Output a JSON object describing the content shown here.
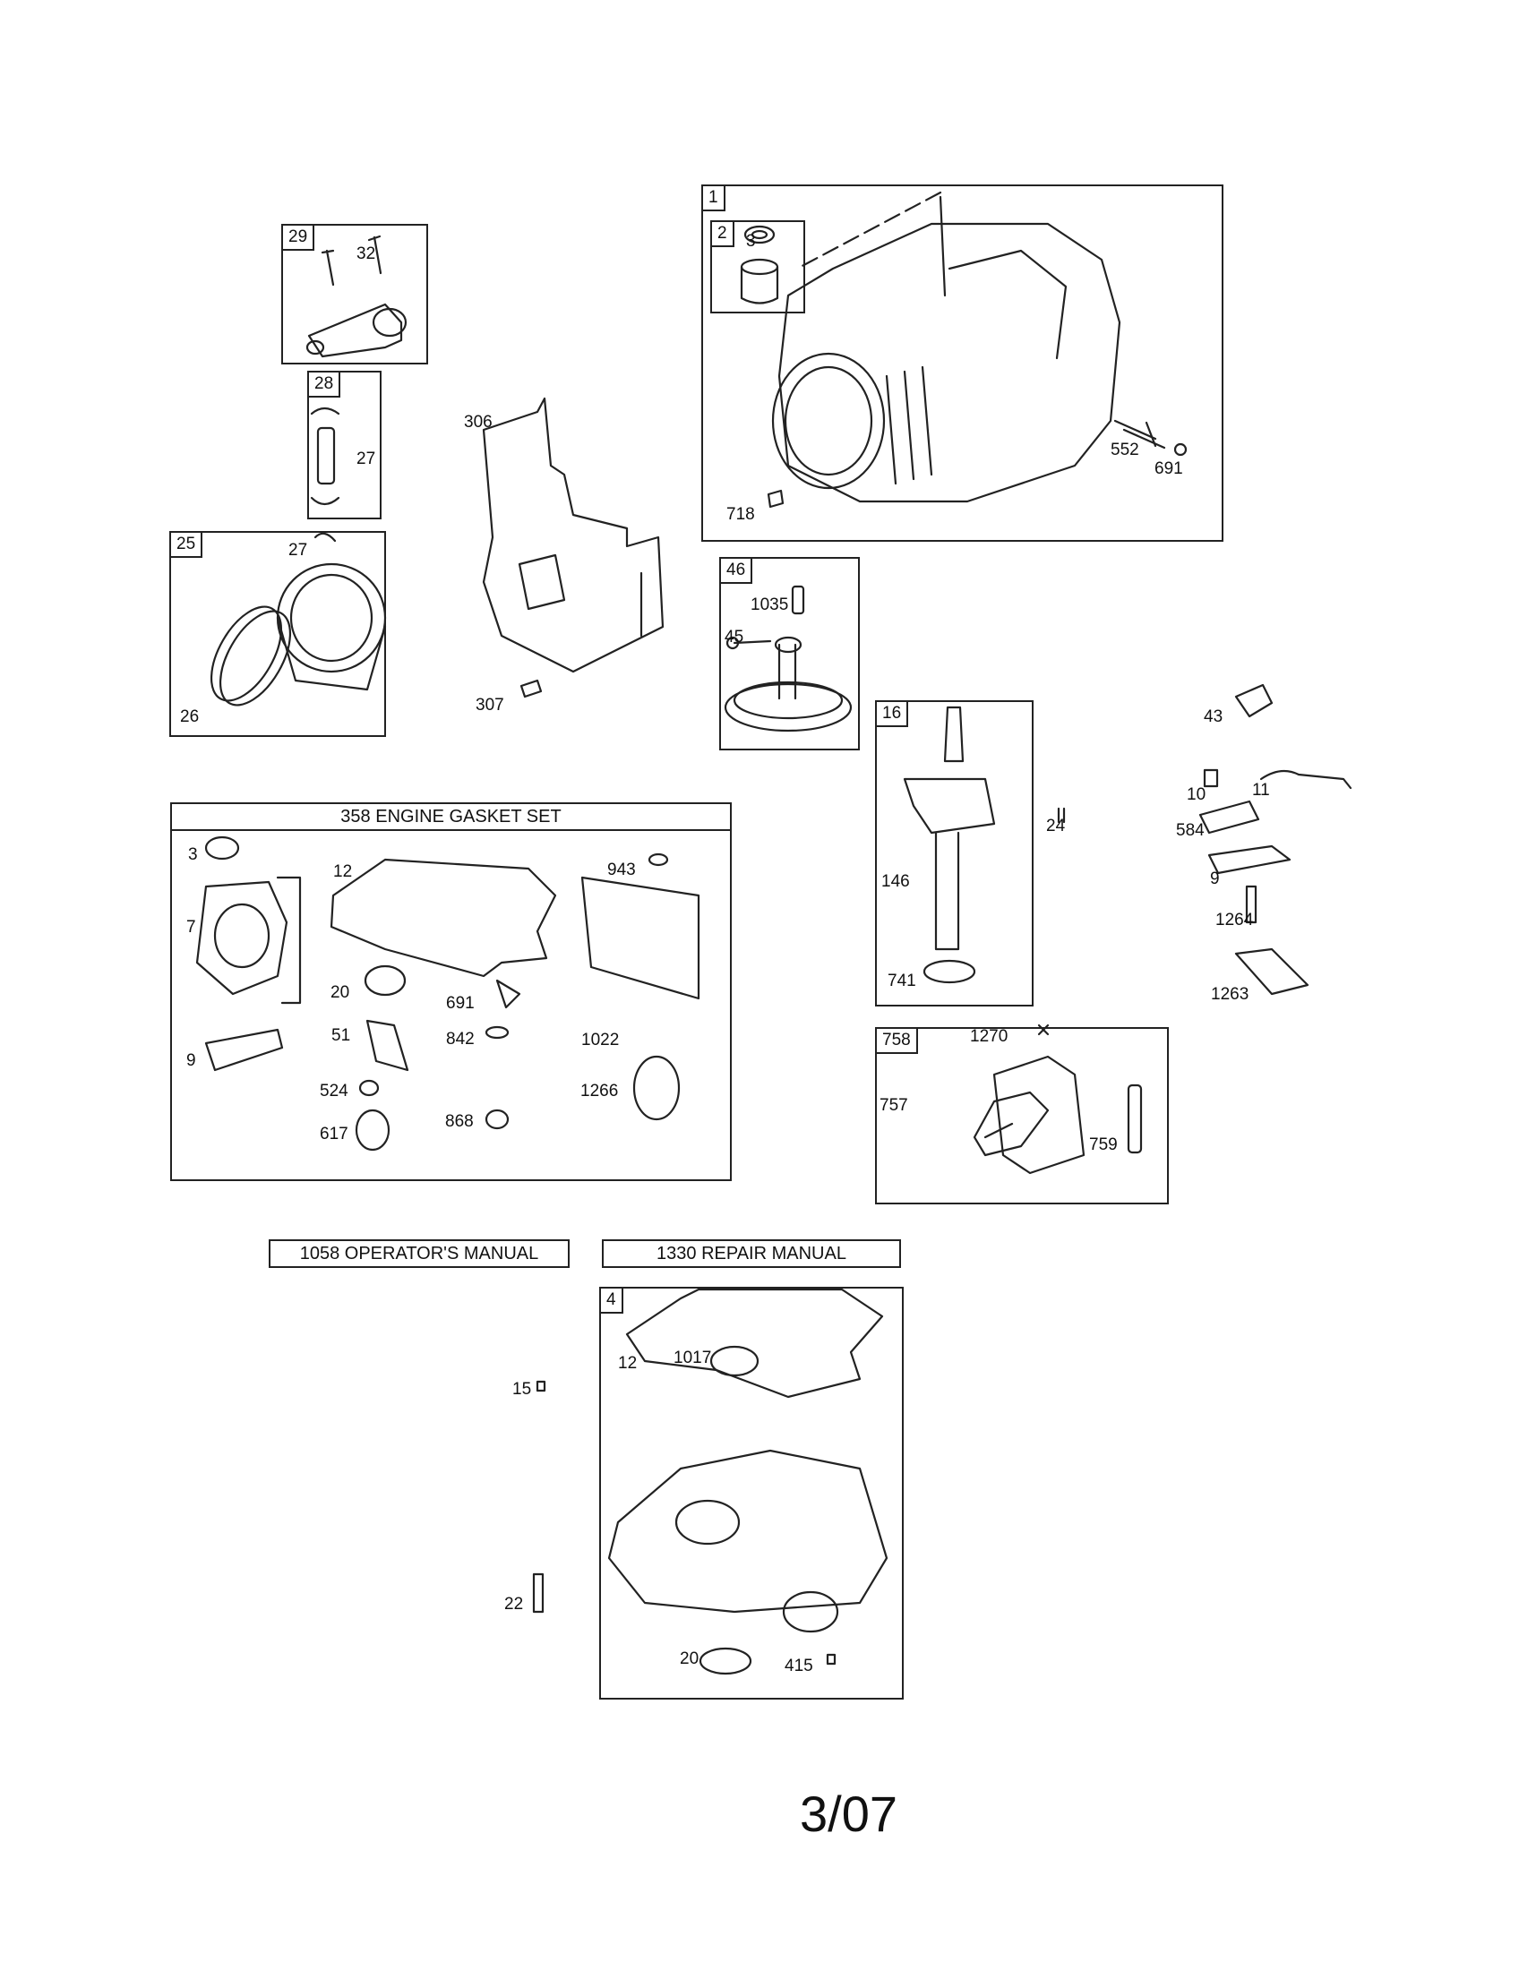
{
  "groups": {
    "g1": {
      "num": "1"
    },
    "g2": {
      "num": "2"
    },
    "g29": {
      "num": "29"
    },
    "g28": {
      "num": "28"
    },
    "g25": {
      "num": "25"
    },
    "g46": {
      "num": "46"
    },
    "g16": {
      "num": "16"
    },
    "g758": {
      "num": "758"
    },
    "g4": {
      "num": "4"
    }
  },
  "gasket_set": {
    "title": "358 ENGINE GASKET SET"
  },
  "manuals": {
    "operator": "1058 OPERATOR'S MANUAL",
    "repair": "1330 REPAIR MANUAL"
  },
  "labels": {
    "p3_top": "3",
    "p552": "552",
    "p691_top": "691",
    "p718": "718",
    "p32": "32",
    "p27a": "27",
    "p27b": "27",
    "p26": "26",
    "p306": "306",
    "p307": "307",
    "p1035": "1035",
    "p45": "45",
    "p24": "24",
    "p146": "146",
    "p741": "741",
    "p43": "43",
    "p10": "10",
    "p11": "11",
    "p584": "584",
    "p9_right": "9",
    "p1264": "1264",
    "p1263": "1263",
    "g_3": "3",
    "g_12": "12",
    "g_943": "943",
    "g_7": "7",
    "g_20": "20",
    "g_691": "691",
    "g_51": "51",
    "g_842": "842",
    "g_1022": "1022",
    "g_9": "9",
    "g_524": "524",
    "g_1266": "1266",
    "g_617": "617",
    "g_868": "868",
    "p1270": "1270",
    "p757": "757",
    "p759": "759",
    "p15": "15",
    "p12_sump": "12",
    "p1017": "1017",
    "p22": "22",
    "p20_sump": "20",
    "p415": "415"
  },
  "page_date": "3/07"
}
